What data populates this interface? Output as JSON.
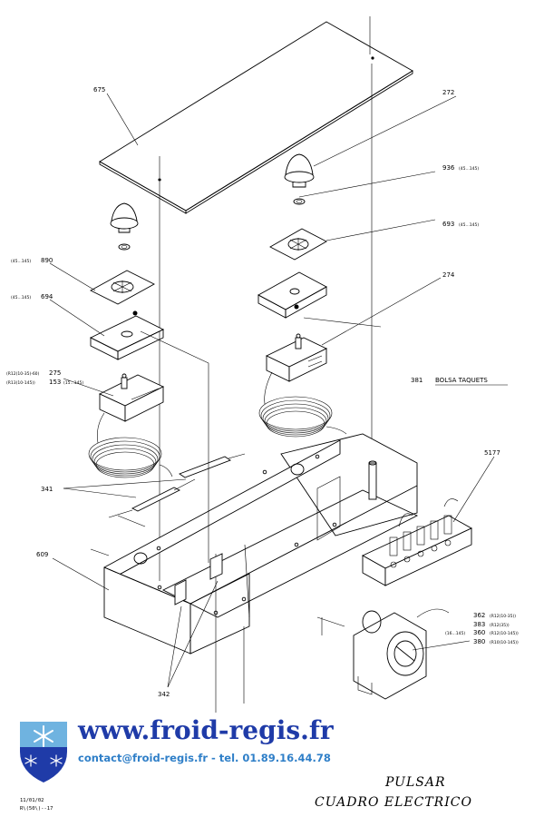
{
  "labels": {
    "l675": "675",
    "l272": "272",
    "l936": "936",
    "l936r": "(45...145)",
    "l693": "693",
    "l693r": "(45...145)",
    "l274": "274",
    "l890": "890",
    "l890r": "(45...145)",
    "l694": "694",
    "l694r": "(45...145)",
    "l275": "275",
    "l275r": "(R12(10-35)-60)",
    "l153": "153",
    "l153a": "(15...145)",
    "l153b": "(R13(10-145))",
    "l381": "381",
    "l381t": "BOLSA TAQUETS",
    "l5177": "5177",
    "l341": "341",
    "l609": "609",
    "l342": "342",
    "l362": "362",
    "l362r": "(R12(10-35))",
    "l383": "383",
    "l383r": "(R12(35))",
    "l360": "360",
    "l360r": "(16...145)",
    "l360b": "(R12(10-145))",
    "l380": "380",
    "l380r": "(R10(10-145))"
  },
  "footer": {
    "website": "www.froid-regis.fr",
    "contact": "contact@froid-regis.fr - tel. 01.89.16.44.78",
    "title_line1": "PULSAR",
    "title_line2": "CUADRO  ELECTRICO",
    "date": "11/01/02",
    "ref": "R\\(50\\)--17"
  },
  "colors": {
    "website": "#1f3ba8",
    "contact": "#2f7fc8",
    "logo_shield": "#1f3ba8",
    "logo_snow": "#6fb3e0"
  }
}
